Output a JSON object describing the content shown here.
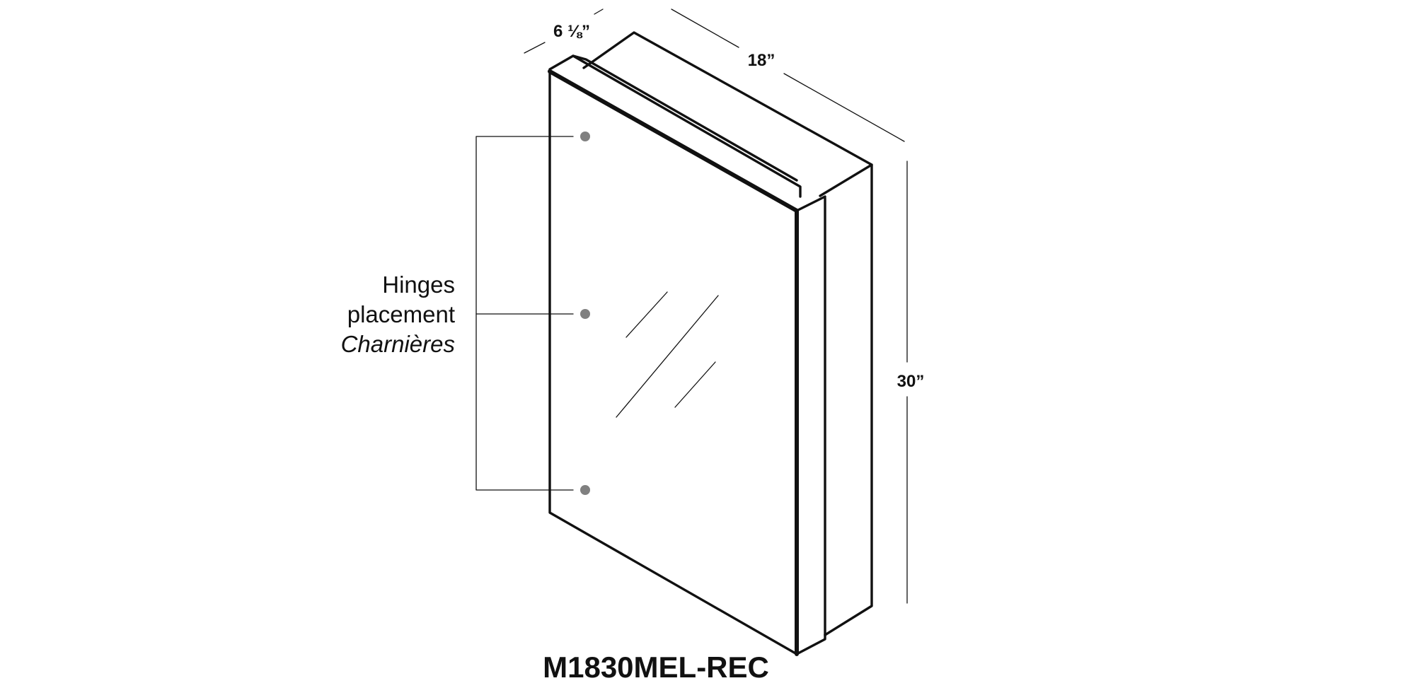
{
  "dimensions": {
    "depth": "6 ⅛”",
    "width": "18”",
    "height": "30”"
  },
  "hinges_label": {
    "line1": "Hinges",
    "line2": "placement",
    "line3": "Charnières"
  },
  "model": "M1830MEL-REC",
  "colors": {
    "ink": "#111111",
    "hinge_dot": "#808080",
    "background": "#ffffff"
  }
}
